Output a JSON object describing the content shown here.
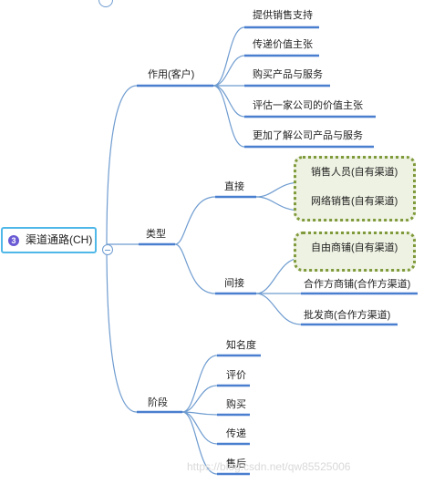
{
  "root": {
    "badge": "3",
    "label": "渠道通路(CH)"
  },
  "branches": {
    "role": {
      "label": "作用(客户)",
      "items": [
        "提供销售支持",
        "传递价值主张",
        "购买产品与服务",
        "评估一家公司的价值主张",
        "更加了解公司产品与服务"
      ]
    },
    "type": {
      "label": "类型",
      "direct": {
        "label": "直接",
        "items": [
          "销售人员(自有渠道)",
          "网络销售(自有渠道)"
        ]
      },
      "indirect": {
        "label": "间接",
        "items": [
          "自由商铺(自有渠道)",
          "合作方商铺(合作方渠道)",
          "批发商(合作方渠道)"
        ]
      }
    },
    "stage": {
      "label": "阶段",
      "items": [
        "知名度",
        "评价",
        "购买",
        "传递",
        "售后"
      ]
    }
  },
  "watermark": "https://blog.csdn.net/qw85525006",
  "colors": {
    "line": "#6f9cd0",
    "underline": "#4a7fcf",
    "root_border": "#4fb8e8",
    "badge": "#6a5ad4",
    "group_border": "#7f9a3a",
    "group_fill": "#eef2e3"
  }
}
